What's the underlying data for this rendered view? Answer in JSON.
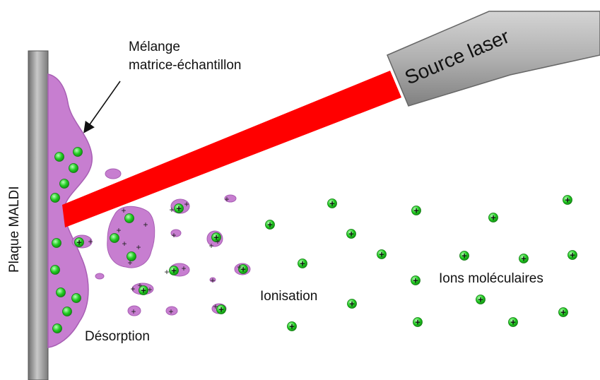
{
  "labels": {
    "plate": "Plaque MALDI",
    "mixture_line1": "Mélange",
    "mixture_line2": "matrice-échantillon",
    "laser_source": "Source laser",
    "desorption": "Désorption",
    "ionisation": "Ionisation",
    "molecular_ions": "Ions moléculaires"
  },
  "symbols": {
    "charge": "+"
  },
  "colors": {
    "plate": "#9a9a9a",
    "matrix": "#c77ed0",
    "laser_beam": "#ff0000",
    "ion": "#22cc22",
    "source_body": "#a9a9a9"
  }
}
